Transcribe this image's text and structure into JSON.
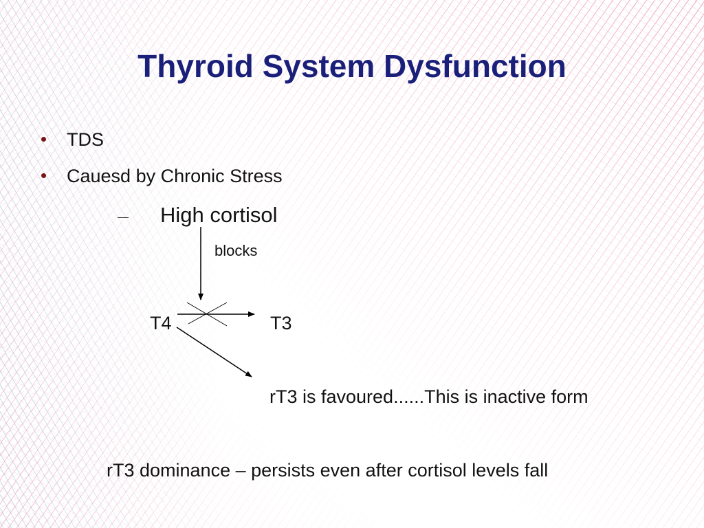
{
  "slide": {
    "title": "Thyroid System Dysfunction",
    "bullets": [
      {
        "text": "TDS"
      },
      {
        "text": "Cauesd by Chronic Stress"
      }
    ],
    "sub_item": "High cortisol",
    "diagram": {
      "blocks_label": "blocks",
      "t4_label": "T4",
      "t3_label": "T3",
      "rt3_note": "rT3 is favoured......This is inactive form"
    },
    "footer": "rT3 dominance – persists even after cortisol levels fall"
  },
  "colors": {
    "title": "#1a1f7a",
    "bullet_dot": "#7a1515",
    "text": "#111111",
    "arrow": "#000000"
  }
}
